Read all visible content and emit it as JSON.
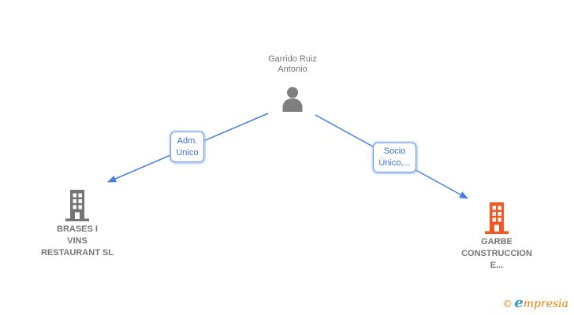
{
  "diagram": {
    "person": {
      "name_lines": [
        "Garrido Ruiz",
        "Antonio"
      ]
    },
    "relationships": [
      {
        "label_lines": [
          "Adm.",
          "Unico"
        ]
      },
      {
        "label_lines": [
          "Socio",
          "Único,..."
        ]
      }
    ],
    "companies": [
      {
        "name_lines": [
          "BRASES I",
          "VINS",
          "RESTAURANT SL"
        ]
      },
      {
        "name_lines": [
          "GARBE",
          "CONSTRUCCION",
          "E..."
        ]
      }
    ]
  },
  "watermark": {
    "copyright_symbol": "©",
    "brand_first_letter": "e",
    "brand_rest": "mpresia"
  },
  "colors": {
    "edge": "#4a7de2",
    "edge_label_text": "#3a6fd6",
    "edge_label_border": "#6f9be8",
    "person_icon": "#7f7f7f",
    "company_icon_gray": "#757575",
    "company_icon_orange": "#f4571f",
    "caption_text": "#757575",
    "watermark_orange": "#e8820c",
    "watermark_blue": "#2e9bc8"
  }
}
